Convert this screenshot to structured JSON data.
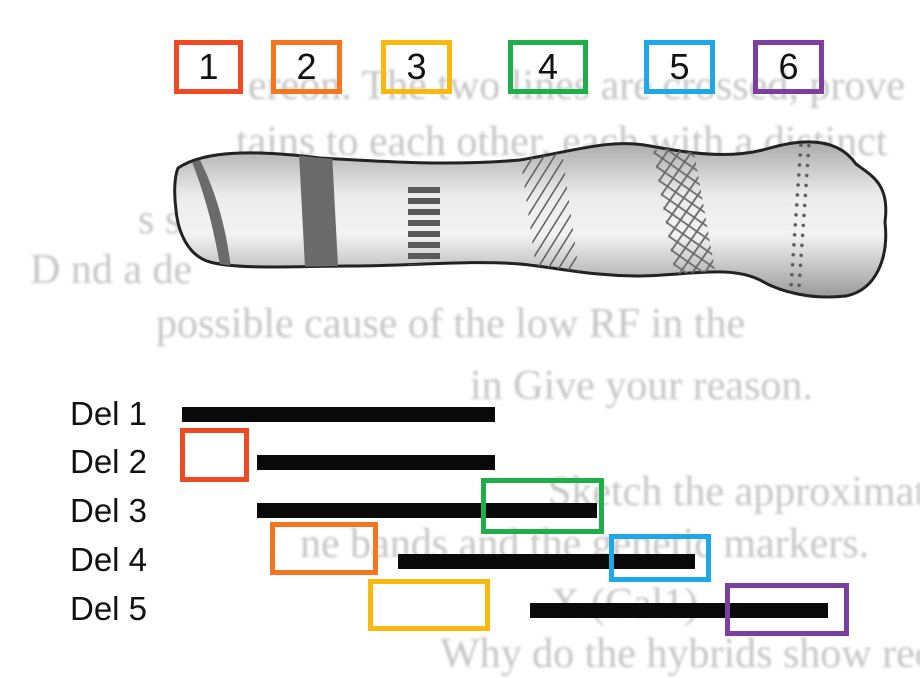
{
  "background_text": [
    "ereon. The two lines are crossed, prove",
    "tains to each other, each with a distinct",
    "s shown b",
    "D                                     nd a de",
    "possible cause of the low RF in the",
    "in Give your reason.",
    "Sketch the approximate relation of the",
    "ne bands and the genetic markers.",
    "X (Cal1)",
    "Why do the hybrids show reduced fertili"
  ],
  "band_markers": [
    {
      "label": "1",
      "color": "#f04a23"
    },
    {
      "label": "2",
      "color": "#f47621"
    },
    {
      "label": "3",
      "color": "#fbb80f"
    },
    {
      "label": "4",
      "color": "#1fae4a"
    },
    {
      "label": "5",
      "color": "#1ea8e6"
    },
    {
      "label": "6",
      "color": "#7b3fa0"
    }
  ],
  "deletions": [
    {
      "label": "Del 1",
      "start": 1,
      "end": 3
    },
    {
      "label": "Del 2",
      "start": 1.25,
      "end": 3
    },
    {
      "label": "Del 3",
      "start": 1.25,
      "end": 4
    },
    {
      "label": "Del 4",
      "start": 2,
      "end": 5
    },
    {
      "label": "Del 5",
      "start": 3,
      "end": 6
    }
  ],
  "highlights": [
    {
      "band": "1",
      "deletion": "Del 2",
      "color": "#f04a23"
    },
    {
      "band": "2",
      "deletion": "Del 4",
      "color": "#f47621"
    },
    {
      "band": "3",
      "deletion": "Del 5",
      "color": "#fbb80f"
    },
    {
      "band": "4",
      "deletion": "Del 3",
      "color": "#1fae4a"
    },
    {
      "band": "5",
      "deletion": "Del 4",
      "color": "#1ea8e6"
    },
    {
      "band": "6",
      "deletion": "Del 5",
      "color": "#7b3fa0"
    }
  ]
}
